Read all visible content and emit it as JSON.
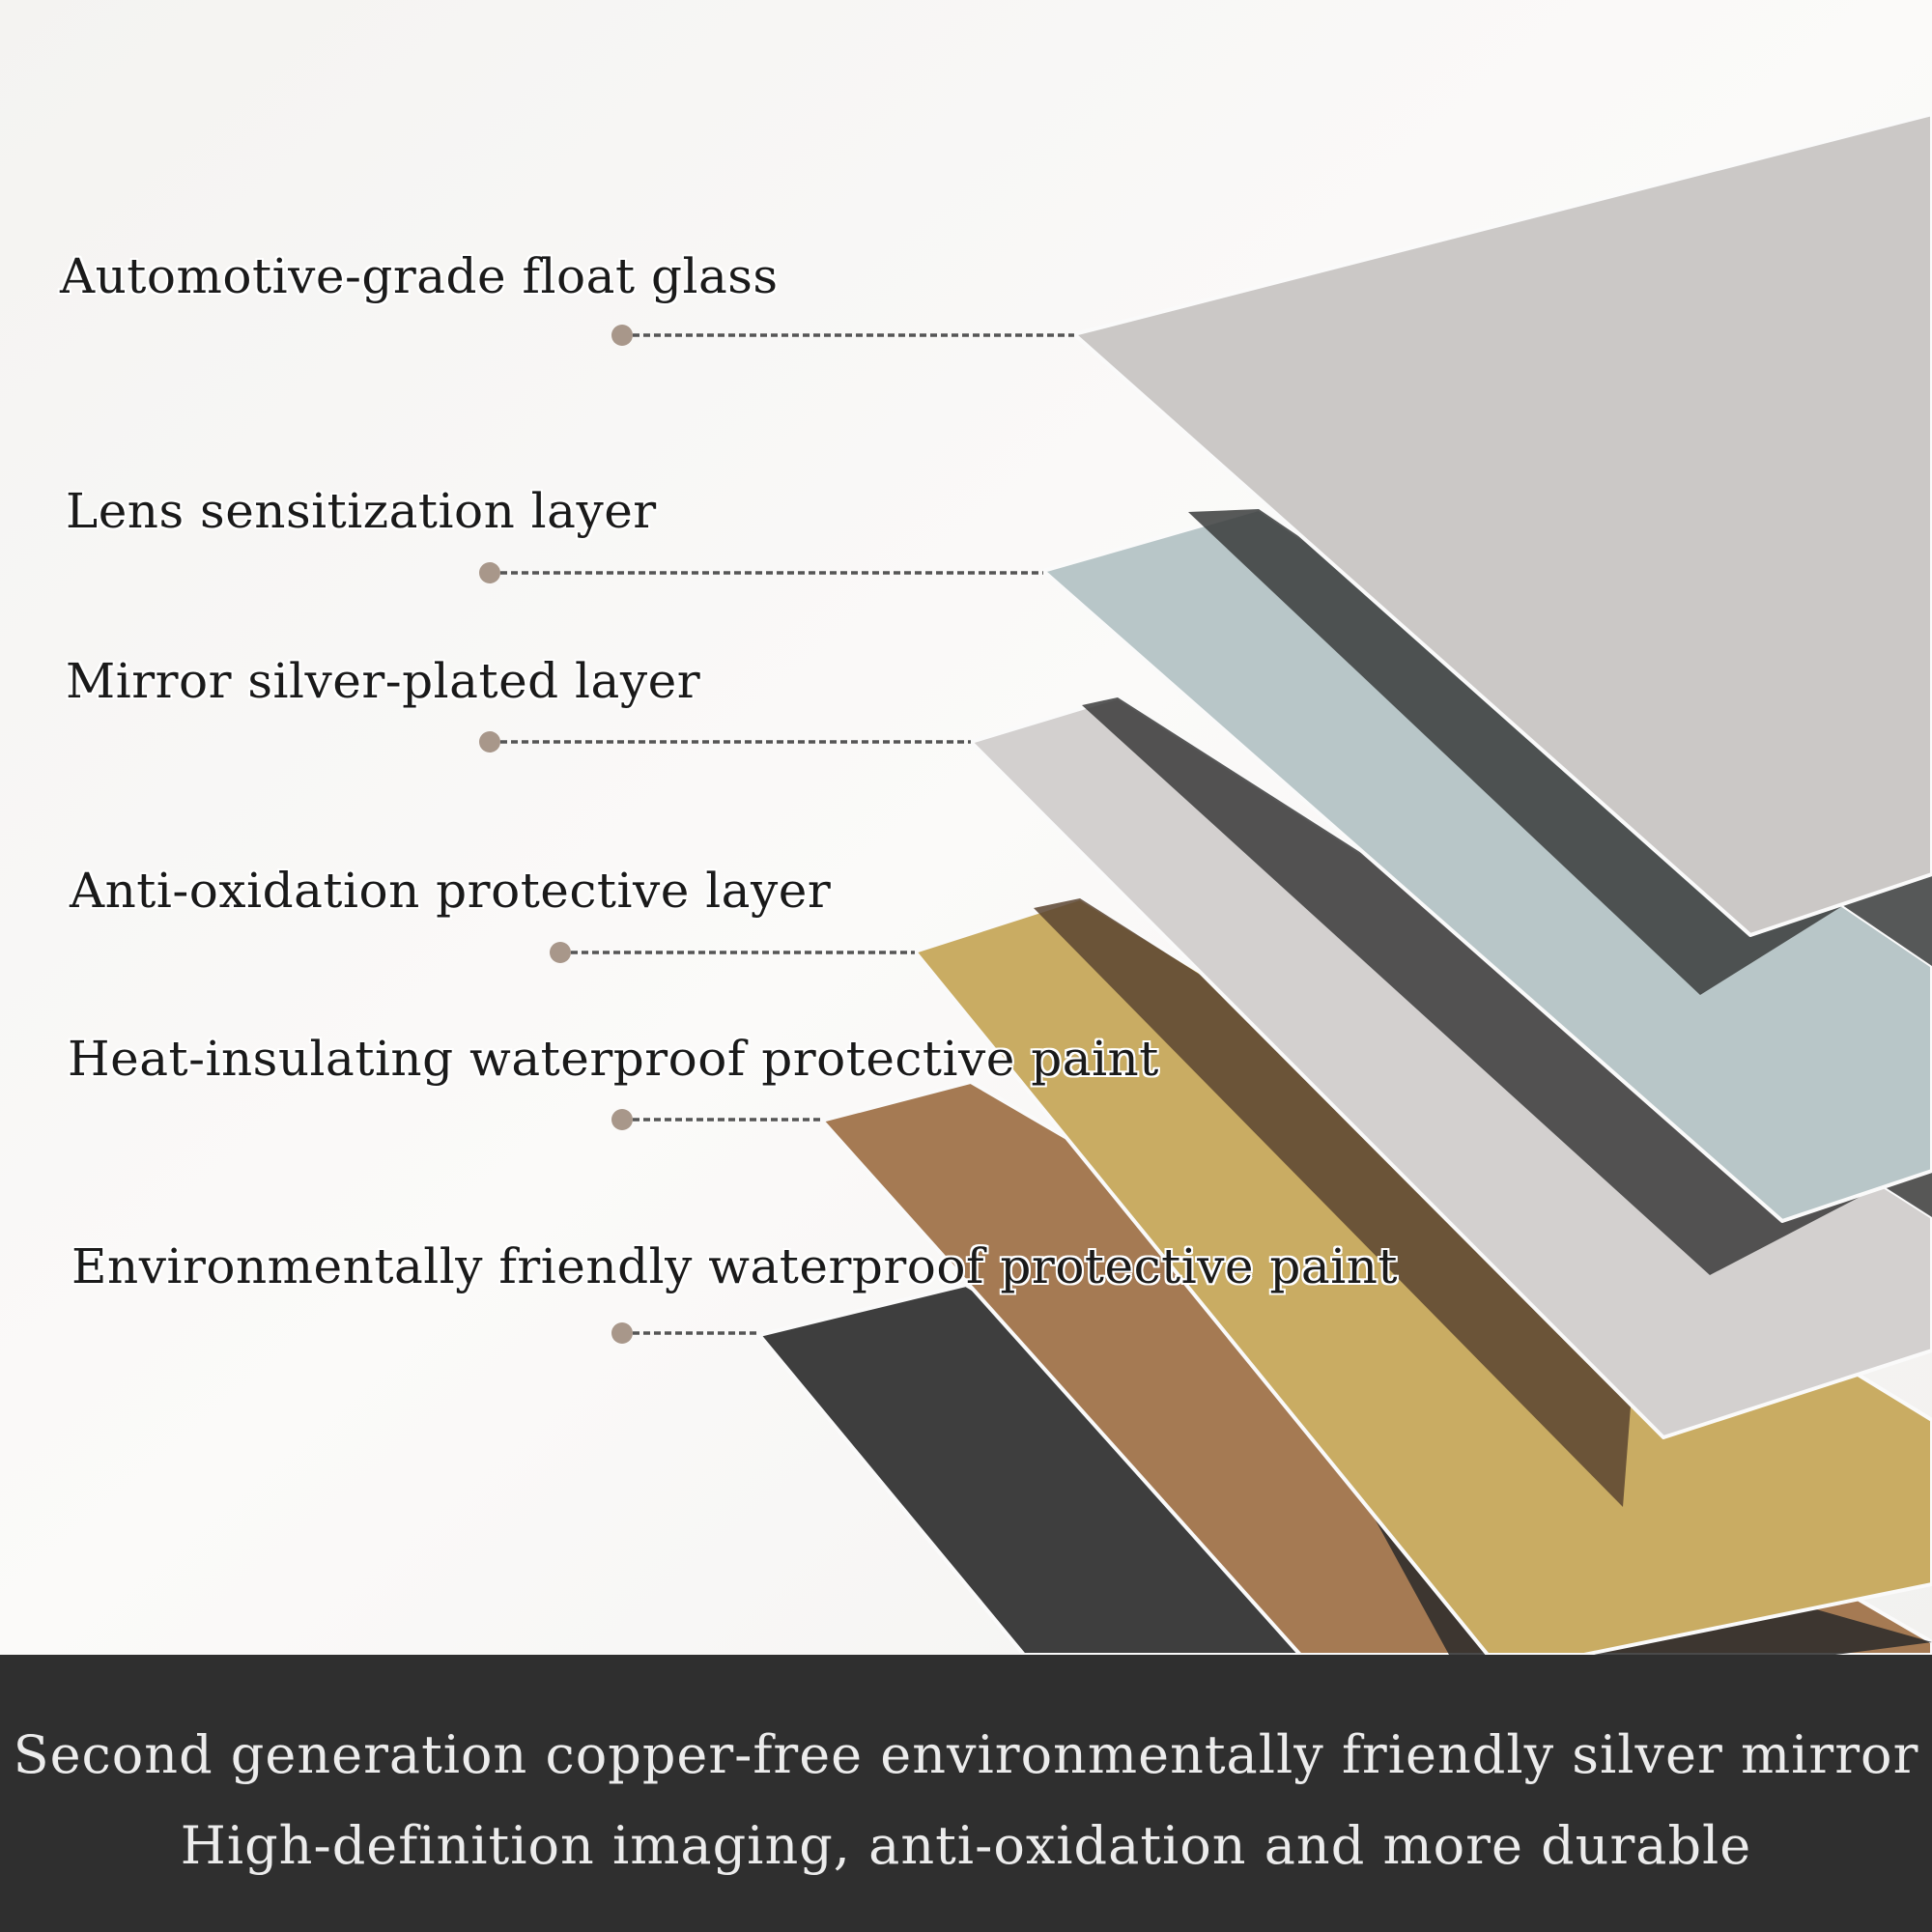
{
  "diagram": {
    "layers": [
      {
        "label": "Automotive-grade float glass",
        "color": "#cbc8c6"
      },
      {
        "label": "Lens sensitization layer",
        "color": "#b8c6c8"
      },
      {
        "label": "Mirror silver-plated layer",
        "color": "#d3d0cf"
      },
      {
        "label": "Anti-oxidation protective layer",
        "color": "#c9ac63"
      },
      {
        "label": "Heat-insulating waterproof protective paint",
        "color": "#a57a53"
      },
      {
        "label": "Environmentally friendly waterproof protective paint",
        "color": "#3e3e3e"
      }
    ],
    "connector_color": "#a8978a"
  },
  "caption": {
    "line1": "Second generation copper-free environmentally friendly silver mirror",
    "line2": "High-definition imaging, anti-oxidation and more durable"
  }
}
